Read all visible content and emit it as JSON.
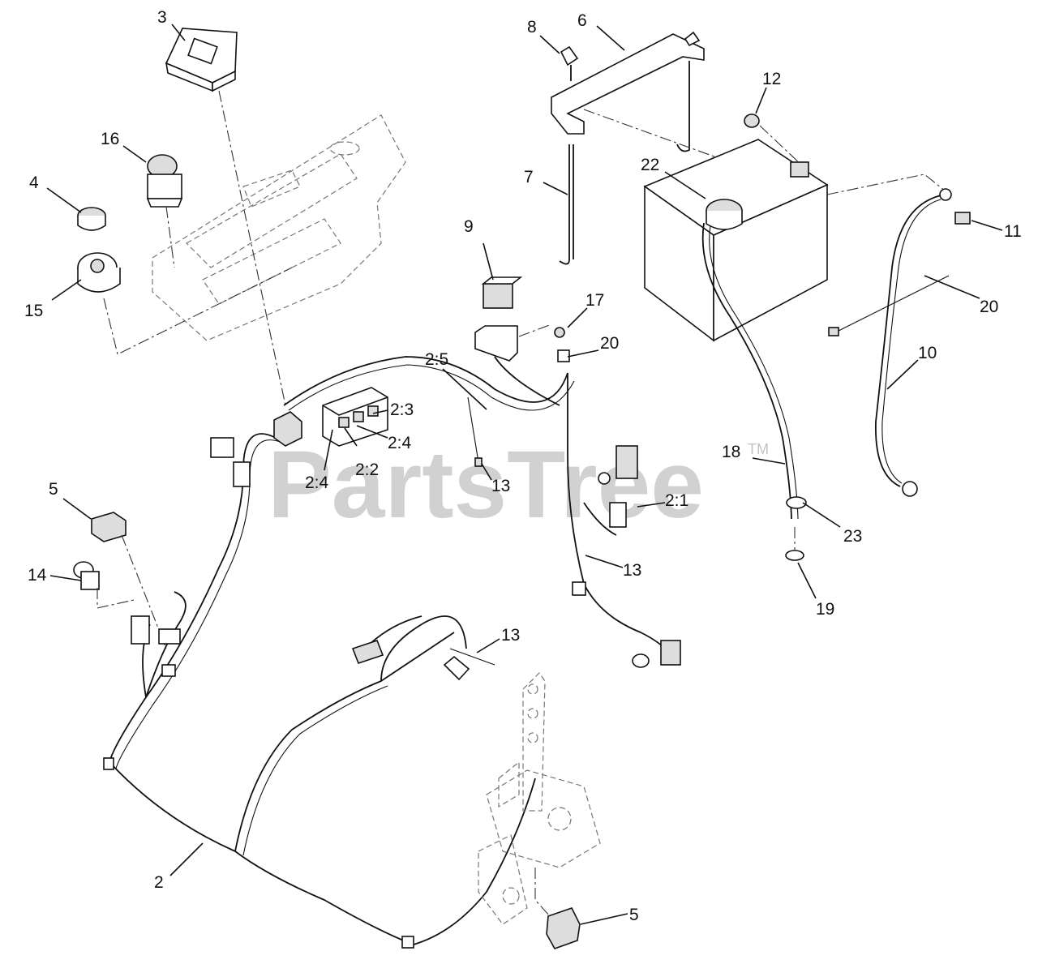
{
  "watermark": {
    "text": "PartsTree",
    "mark": "TM"
  },
  "callouts": {
    "c3": "3",
    "c8": "8",
    "c6": "6",
    "c12": "12",
    "c16": "16",
    "c22": "22",
    "c7": "7",
    "c4": "4",
    "c11": "11",
    "c9": "9",
    "c15": "15",
    "c17": "17",
    "c20a": "20",
    "c20b": "20",
    "c10": "10",
    "c2_5": "2:5",
    "c2_3": "2:3",
    "c2_4a": "2:4",
    "c2_4b": "2:4",
    "c2_2": "2:2",
    "c13a": "13",
    "c18": "18",
    "c2_1": "2:1",
    "c23": "23",
    "c5a": "5",
    "c13b": "13",
    "c14": "14",
    "c19": "19",
    "c13c": "13",
    "c2": "2",
    "c5b": "5"
  }
}
